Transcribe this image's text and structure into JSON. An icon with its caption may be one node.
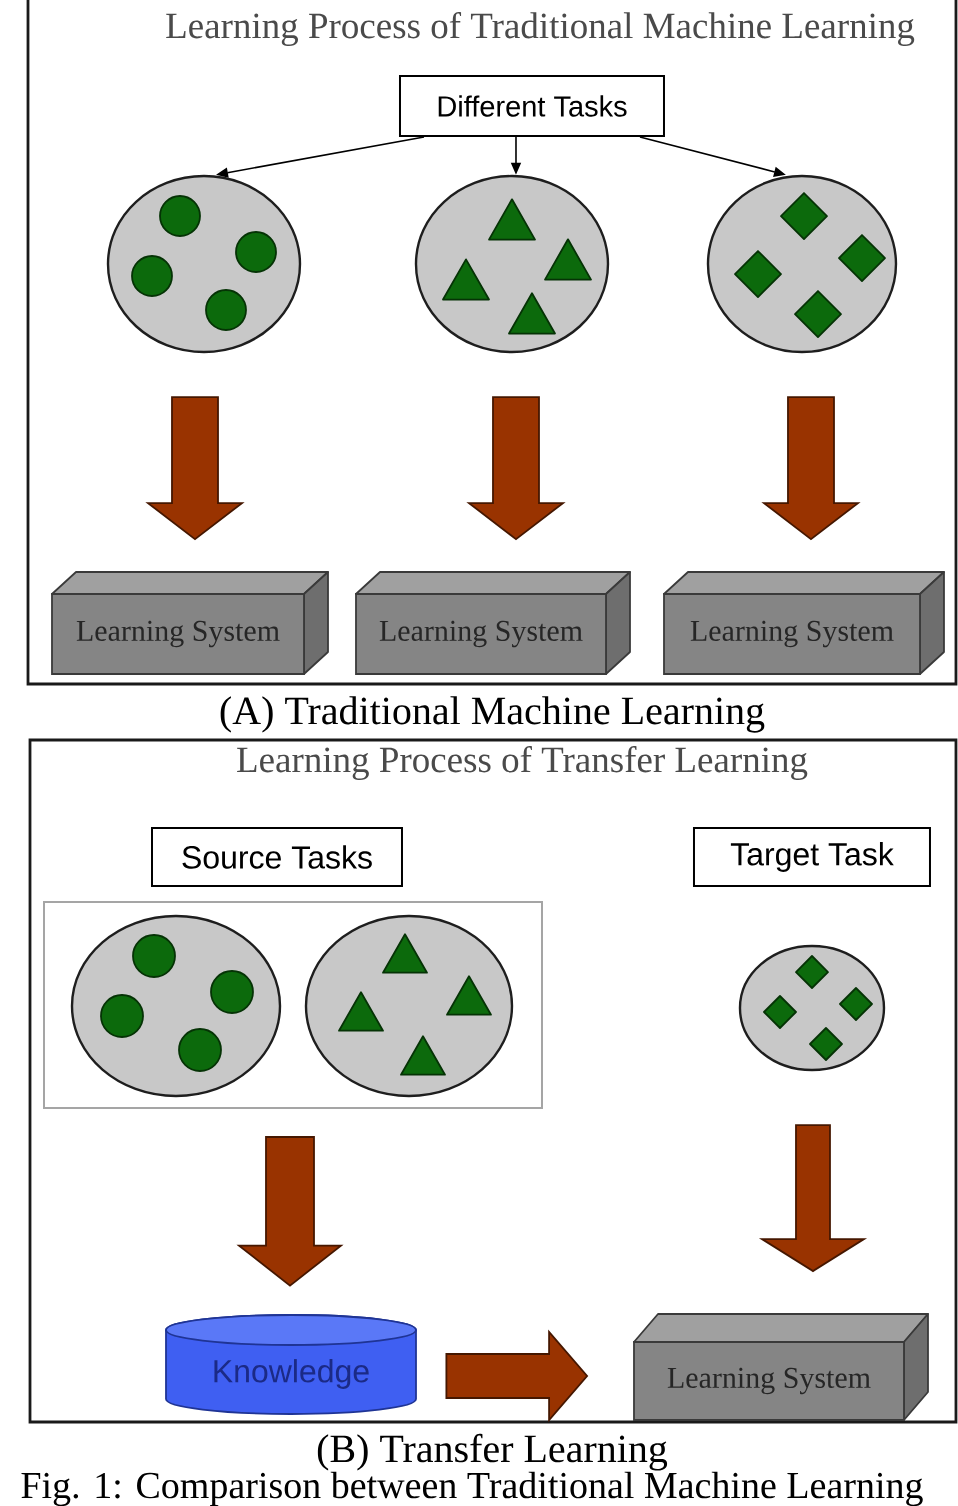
{
  "diagram": {
    "caption": "Fig. 1: Comparison between Traditional Machine Learning",
    "nodes": [
      {
        "text": [
          "Learning Process of Traditional Machine Learning"
        ]
      },
      {
        "text": [
          "Different Tasks"
        ],
        "in": 0
      },
      {
        "text": [],
        "shape": "ellipse",
        "in": 0
      },
      {
        "text": [],
        "shape": "ellipse",
        "in": 0
      },
      {
        "text": [],
        "shape": "ellipse",
        "in": 0
      },
      {
        "text": [
          "Learning System"
        ],
        "in": 0
      },
      {
        "text": [
          "Learning System"
        ],
        "in": 0
      },
      {
        "text": [
          "Learning System"
        ],
        "in": 0
      },
      {
        "text": [
          "Learning Process of Transfer Learning"
        ]
      },
      {
        "text": [
          "Source Tasks"
        ],
        "in": 8
      },
      {
        "text": [
          "Target Task"
        ],
        "in": 8
      },
      {
        "text": [],
        "shape": "box",
        "in": 8
      },
      {
        "text": [],
        "shape": "ellipse",
        "in": 11
      },
      {
        "text": [],
        "shape": "ellipse",
        "in": 11
      },
      {
        "text": [],
        "shape": "ellipse",
        "in": 8
      },
      {
        "text": [
          "Knowledge"
        ],
        "in": 8
      },
      {
        "text": [
          "Learning System"
        ],
        "in": 8
      }
    ],
    "edges": [
      {
        "from": 1,
        "to": 2,
        "arrow": "to"
      },
      {
        "from": 1,
        "to": 3,
        "arrow": "to"
      },
      {
        "from": 1,
        "to": 4,
        "arrow": "to"
      },
      {
        "from": 2,
        "to": 5,
        "arrow": "to",
        "style": "thick",
        "color": "#993300"
      },
      {
        "from": 3,
        "to": 6,
        "arrow": "to",
        "style": "thick",
        "color": "#993300"
      },
      {
        "from": 4,
        "to": 7,
        "arrow": "to",
        "style": "thick",
        "color": "#993300"
      },
      {
        "from": 11,
        "to": 15,
        "arrow": "to",
        "style": "thick",
        "color": "#993300"
      },
      {
        "from": 14,
        "to": 16,
        "arrow": "to",
        "style": "thick",
        "color": "#993300"
      },
      {
        "from": 15,
        "to": 16,
        "arrow": "to",
        "style": "thick",
        "color": "#993300"
      }
    ],
    "labels": [
      "(A) Traditional Machine Learning",
      "(B) Transfer Learning"
    ]
  }
}
